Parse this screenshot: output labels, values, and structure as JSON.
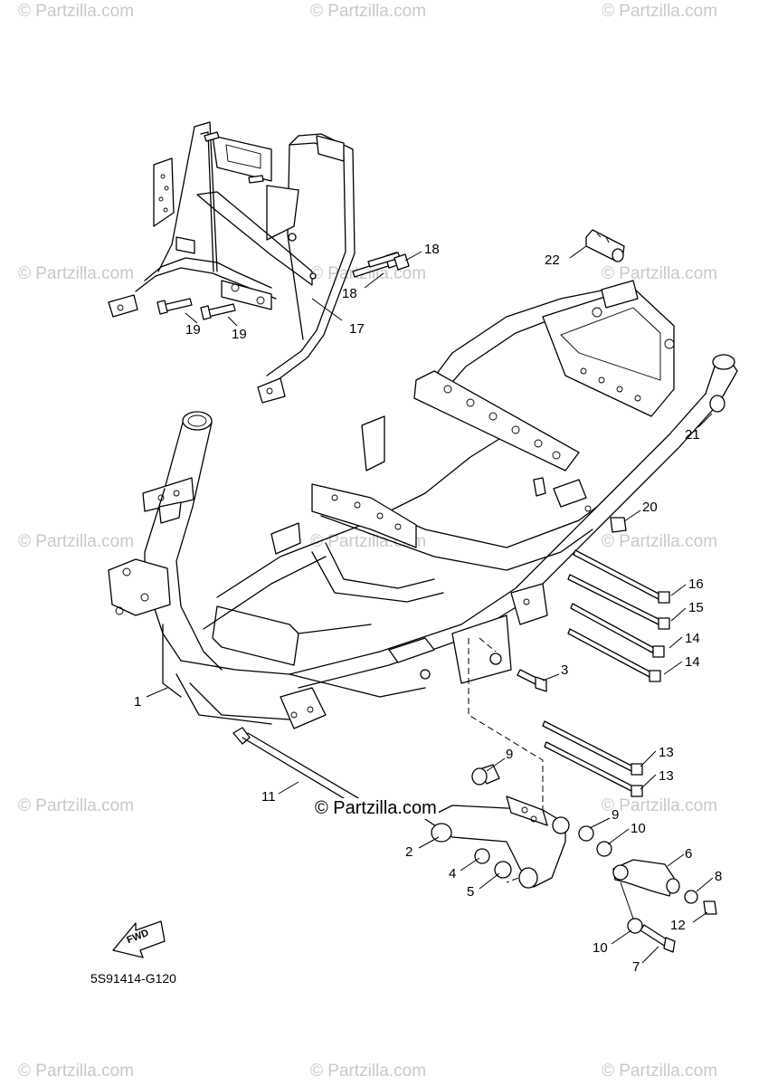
{
  "watermark_text": "© Partzilla.com",
  "brand_text": "© Partzilla.com",
  "diagram_code": "5S91414-G120",
  "fwd_label": "FWD",
  "callouts": [
    "1",
    "2",
    "3",
    "4",
    "5",
    "6",
    "7",
    "8",
    "9",
    "9",
    "10",
    "10",
    "11",
    "12",
    "13",
    "13",
    "14",
    "14",
    "15",
    "16",
    "17",
    "18",
    "18",
    "19",
    "19",
    "20",
    "21",
    "22"
  ]
}
